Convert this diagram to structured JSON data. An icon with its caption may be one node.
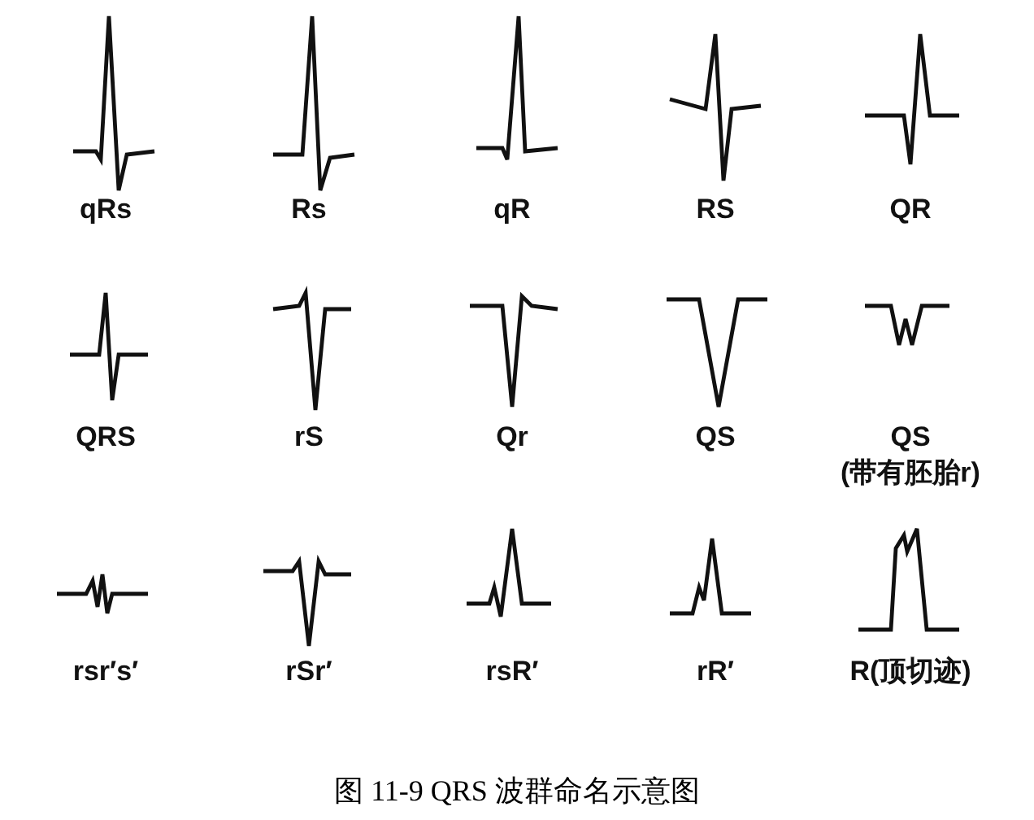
{
  "diagram": {
    "caption": "图 11-9 QRS 波群命名示意图",
    "labels": [
      "qRs",
      "Rs",
      "qR",
      "RS",
      "QR",
      "QRS",
      "rS",
      "Qr",
      "QS",
      "QS (带有胚胎r)",
      "rsr′s′",
      "rSr′",
      "rsR′",
      "rR′",
      "R(顶切迹)"
    ]
  }
}
